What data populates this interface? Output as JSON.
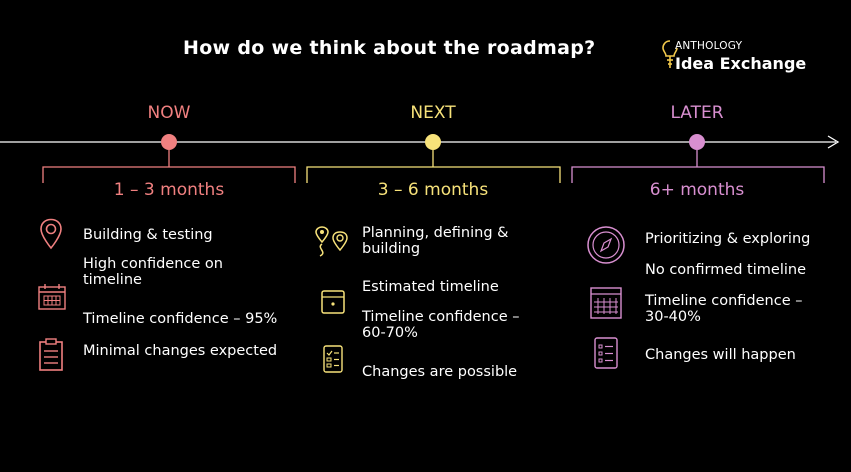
{
  "title": "How do we think about the roadmap?",
  "logo": {
    "top": "ANTHOLOGY",
    "bottom": "Idea Exchange",
    "accent": "#f2c94c"
  },
  "colors": {
    "now": "#f08080",
    "next": "#f7e27a",
    "later": "#d88fd0",
    "text": "#ffffff",
    "background": "#000000"
  },
  "phases": [
    {
      "label": "NOW",
      "range": "1 – 3 months",
      "items": [
        {
          "icon": "map-pin-icon",
          "text": "Building & testing"
        },
        {
          "icon": "calendar-icon",
          "text": "High confidence on timeline"
        },
        {
          "icon": "",
          "text": "Timeline confidence – 95%"
        },
        {
          "icon": "clipboard-checklist-icon",
          "text": "Minimal changes expected"
        }
      ]
    },
    {
      "label": "NEXT",
      "range": "3 – 6 months",
      "items": [
        {
          "icon": "route-pins-icon",
          "text": "Planning, defining & building"
        },
        {
          "icon": "calendar-icon",
          "text": "Estimated timeline"
        },
        {
          "icon": "",
          "text": "Timeline confidence – 60-70%"
        },
        {
          "icon": "checklist-icon",
          "text": "Changes are possible"
        }
      ]
    },
    {
      "label": "LATER",
      "range": "6+ months",
      "items": [
        {
          "icon": "compass-icon",
          "text": "Prioritizing & exploring"
        },
        {
          "icon": "",
          "text": "No confirmed timeline"
        },
        {
          "icon": "calendar-grid-icon",
          "text": "Timeline confidence – 30-40%"
        },
        {
          "icon": "list-icon",
          "text": "Changes will happen"
        }
      ]
    }
  ]
}
